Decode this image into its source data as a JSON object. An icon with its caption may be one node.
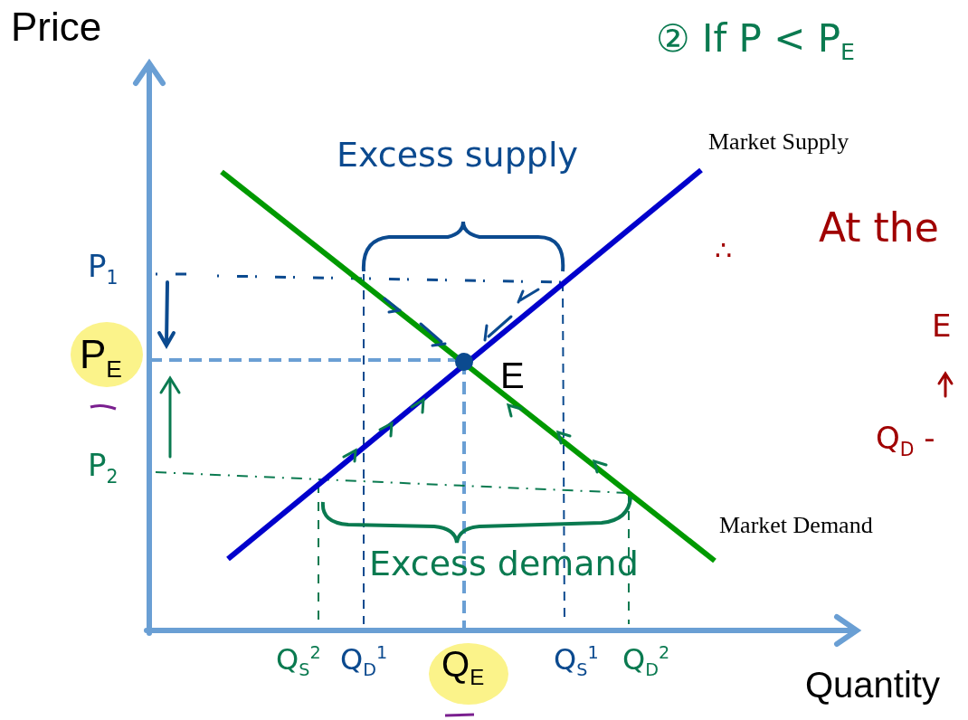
{
  "diagram": {
    "labels": [
      "Price",
      "② If P < P$_{E}$",
      "Excess supply",
      "Market Supply",
      "∴",
      "At the",
      "P$_{1}$",
      "E",
      "P$_{E}$",
      "E",
      "Q$_{D}$ -",
      "P$_{2}$",
      "Market Demand",
      "Excess demand",
      "Q$_{S}$$^{2}$",
      "Q$_{D}$$^{1}$",
      "Q$_{E}$",
      "Q$_{S}$$^{1}$",
      "Q$_{D}$$^{2}$",
      "Quantity"
    ]
  }
}
